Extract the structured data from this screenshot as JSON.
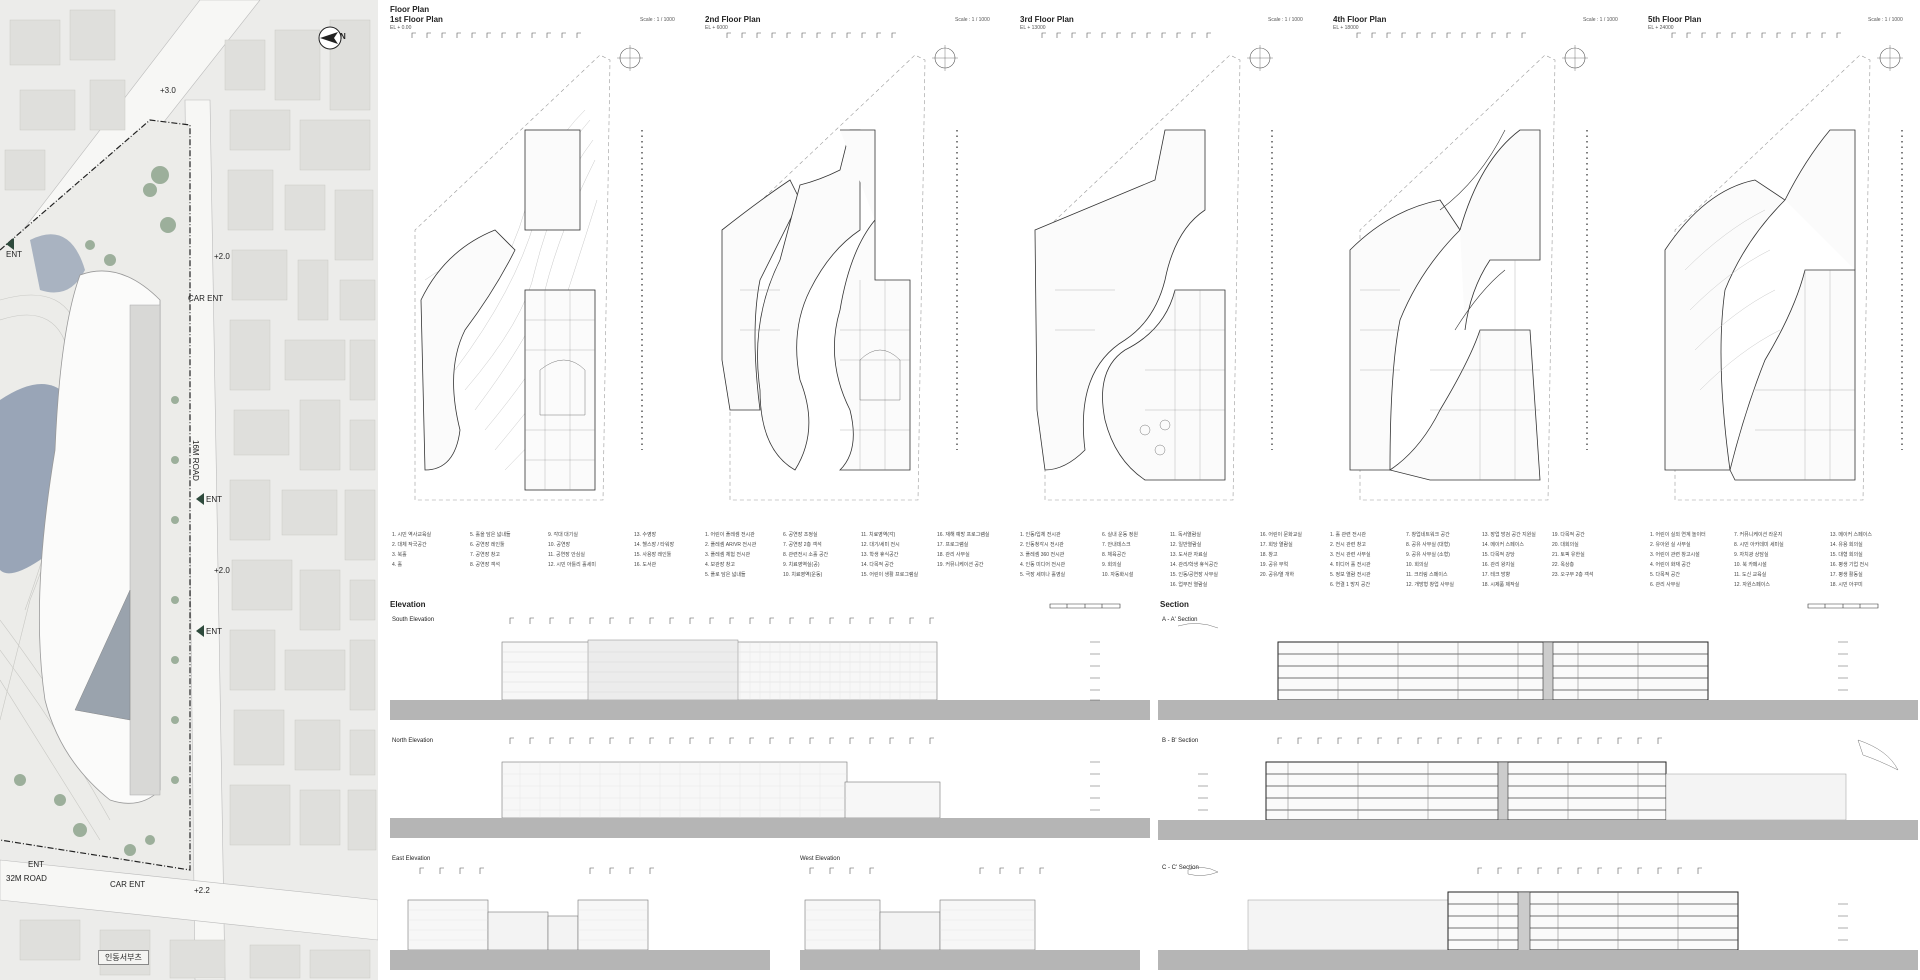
{
  "site_plan": {
    "labels": {
      "level_top": "+3.0",
      "level_mid1": "+2.0",
      "level_mid2": "+2.0",
      "level_bottom": "+2.2",
      "road_east": "16M ROAD",
      "road_south": "32M ROAD",
      "car_ent_east": "CAR ENT",
      "car_ent_south": "CAR ENT",
      "ent_1": "ENT",
      "ent_2": "ENT",
      "ent_3": "ENT",
      "ent_4": "ENT",
      "north": "N",
      "bottom_caption": "인동서부츠"
    }
  },
  "floor_plan": {
    "heading": "Floor Plan",
    "plans": [
      {
        "title": "1st Floor Plan",
        "elevation": "EL + 0.00",
        "scale": "Scale : 1 / 1000"
      },
      {
        "title": "2nd Floor Plan",
        "elevation": "EL + 6000",
        "scale": "Scale : 1 / 1000"
      },
      {
        "title": "3rd Floor Plan",
        "elevation": "EL + 13000",
        "scale": "Scale : 1 / 1000"
      },
      {
        "title": "4th Floor Plan",
        "elevation": "EL + 18000",
        "scale": "Scale : 1 / 1000"
      },
      {
        "title": "5th Floor Plan",
        "elevation": "EL + 24000",
        "scale": "Scale : 1 / 1000"
      }
    ],
    "legends": [
      [
        "1. 시민 역사교육실",
        "2. 대체 작국공간",
        "3. 북홀",
        "4. 홀",
        "5. 홀을 담은 넓내들",
        "6. 공연장 레인툴",
        "7. 공연장 창고",
        "8. 공연장 객석",
        "9. 각대 대기실",
        "10. 공연장",
        "11. 공연장 안심실",
        "12. 시민 아틀리 홀세미",
        "13. 수영장",
        "14. 헬스장 / 타워장",
        "15. 사용장 레인툴",
        "16. 도서관"
      ],
      [
        "1. 어린이 플레셈 전시관",
        "2. 플레셈 AR/VR 전시관",
        "3. 플레셈 체험 전시관",
        "4. 보관장 창고",
        "5. 플로 담은 넓내들",
        "6. 공연장 조정실",
        "7. 공연장 2층 객석",
        "8. 관련전시 소홀 공간",
        "9. 치료영역실(공)",
        "10. 치료영역(운동)",
        "11. 치료영역(각)",
        "12. 대기/세미 전시",
        "13. 학생 휴식공간",
        "14. 다목적 공간",
        "15. 어린이 생활 프로그램실",
        "16. 재해 예방 프로그램실",
        "17. 프로그램실",
        "18. 관리 사무실",
        "19. 커뮤니케이션 공간"
      ],
      [
        "1. 인동/입체 전시관",
        "2. 인동청각시 전시관",
        "3. 플레셈 360 전시관",
        "4. 인동 미디어 전시관",
        "5. 극장 세미나 홀영실",
        "6. 실내 운동 정원",
        "7. 안내데스크",
        "8. 체육공간",
        "9. 회의실",
        "10. 자동화시설",
        "11. 독서열람실",
        "12. 일반열람실",
        "13. 도서관 자료실",
        "14. 관리/학생 휴식공간",
        "15. 인동/공연장 사무실",
        "16. 업무전 열람실"
      ],
      [
        "16. 어린이 문화교실",
        "17. 희당 열람실",
        "18. 창고",
        "19. 공유 부엌",
        "20. 공유/열 개하",
        "1. 홀 관련 전시관",
        "2. 전시 관련 창고",
        "3. 전시 관련 사무실",
        "4. 미디어 홀 전시관",
        "5. 정보 열람 전시관",
        "6. 연결 1 방지 공간",
        "7. 창업네트워크 공간",
        "8. 공유 사무실 (대형)",
        "9. 공유 사무실 (소형)",
        "10. 회의실",
        "11. 크리링 스페이스",
        "12. 개방형 창업 사무실",
        "13. 장업 방검 공간 지원실",
        "14. 메이커 스페이스",
        "15. 다목적 강당",
        "16. 관리 왕지실",
        "17. 테크 방향",
        "18. 시제품 제작실",
        "19. 다목적 공간",
        "20. 대회의실",
        "21. 토픽 유한실",
        "22. 옥상층",
        "23. 오구부 2층 객석"
      ],
      [
        "1. 어린이 실외 연계 놀이터",
        "2. 유아원 실 사무실",
        "3. 어린이 관련 창고시설",
        "4. 어린이 화재 공간",
        "5. 다목적 공간",
        "6. 관리 사무실",
        "7. 커뮤니케이션 라운지",
        "8. 시민 아카데미 세미실",
        "9. 자치광 상담실",
        "10. 북 카페시설",
        "11. 도신 교육실",
        "12. 자원스페이스",
        "13. 메이커 스페이스",
        "14. 유용 회의실",
        "15. 대형 회의실",
        "16. 평생 기업 전시",
        "17. 평생 활동실",
        "18. 시민 아꾸미"
      ]
    ]
  },
  "elevation": {
    "heading": "Elevation",
    "south": "South Elevation",
    "north": "North Elevation",
    "east": "East Elevation",
    "west": "West Elevation"
  },
  "section": {
    "heading": "Section",
    "aa": "A - A' Section",
    "bb": "B - B' Section",
    "cc": "C - C' Section"
  },
  "colors": {
    "ground": "#b5b5b5",
    "water": "#7d8ea6",
    "tree": "#8fa58e",
    "road": "#f5f5f3",
    "entrance": "#2e4a3c"
  }
}
